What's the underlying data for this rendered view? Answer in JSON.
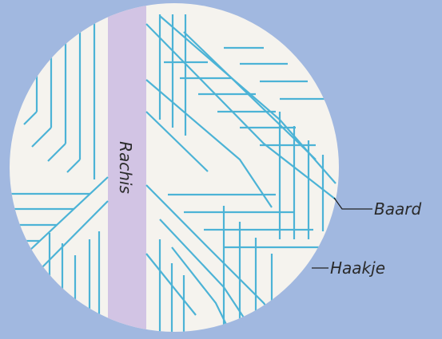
{
  "colors": {
    "background": "#a1b8e0",
    "disc": "#f5f3ee",
    "rachis": "#d2c4e4",
    "barb_lines": "#4cb3d6",
    "leader": "#222222"
  },
  "labels": {
    "rachis": "Rachis",
    "barb": "Baard",
    "hook": "Haakje"
  }
}
